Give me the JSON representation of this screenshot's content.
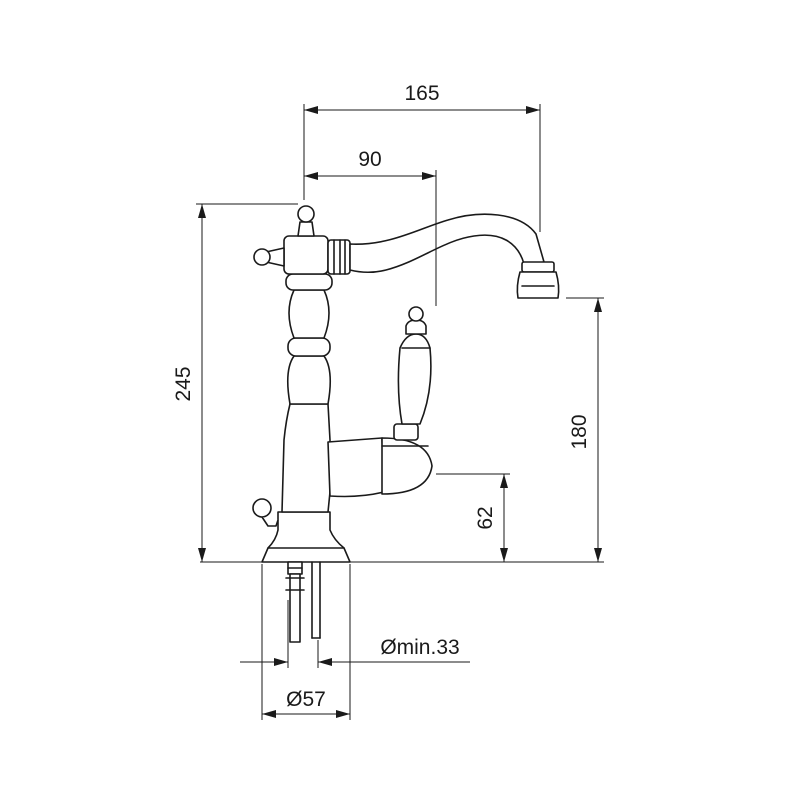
{
  "dimensions": {
    "overall_reach": "165",
    "handle_offset": "90",
    "overall_height": "245",
    "spout_height": "180",
    "lever_height": "62",
    "min_hole": "Ømin.33",
    "base_diameter": "Ø57"
  },
  "colors": {
    "line": "#1a1a1a",
    "background": "#ffffff"
  }
}
